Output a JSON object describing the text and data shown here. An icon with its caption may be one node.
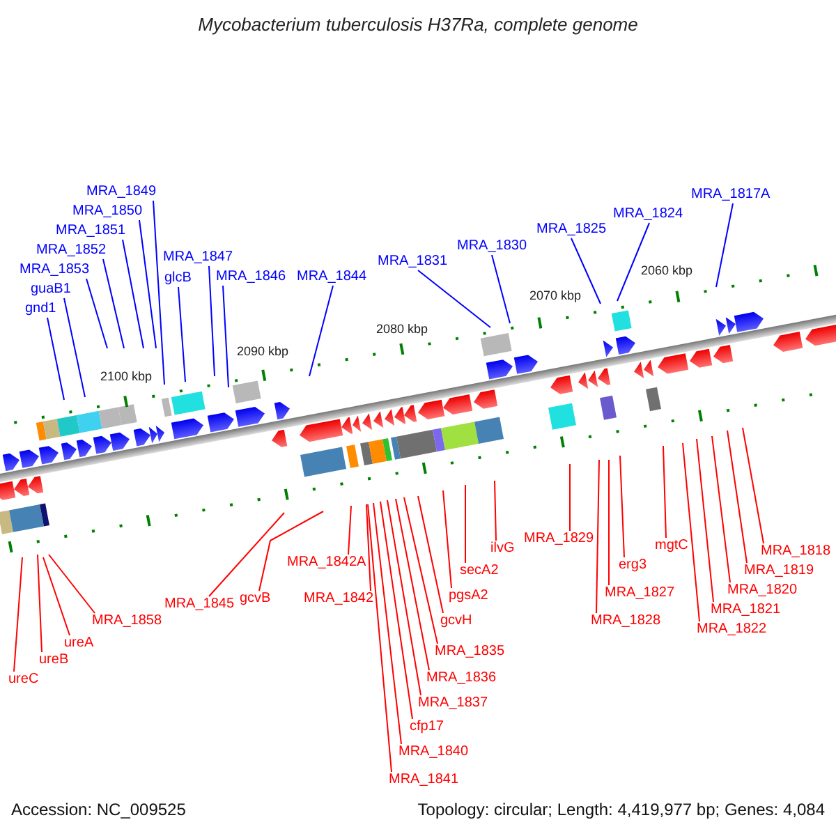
{
  "diagram": {
    "title": "Mycobacterium tuberculosis H37Ra, complete genome",
    "nodes": [
      {
        "text": [
          "MRA_1851"
        ]
      },
      {
        "text": [
          "MRA_1850"
        ]
      },
      {
        "text": [
          "guaB1"
        ]
      },
      {
        "text": [
          "MRA_1849"
        ]
      },
      {
        "text": [
          "MRA_1853"
        ]
      },
      {
        "text": [
          "MRA_1847"
        ]
      },
      {
        "text": [
          "glcB"
        ]
      },
      {
        "text": [
          "MRA_1852"
        ]
      },
      {
        "text": [
          "gnd1"
        ]
      },
      {
        "text": [
          "MRA_1846"
        ]
      },
      {
        "text": [
          "MRA_1844"
        ]
      },
      {
        "text": [
          "MRA_1831"
        ]
      },
      {
        "text": [
          "MRA_1830"
        ]
      },
      {
        "text": [
          "MRA_1825"
        ]
      },
      {
        "text": [
          "MRA_1824"
        ]
      },
      {
        "text": [
          "MRA_1817A"
        ]
      },
      {
        "text": [
          "ureC"
        ]
      },
      {
        "text": [
          "ureB"
        ]
      },
      {
        "text": [
          "ureA"
        ]
      },
      {
        "text": [
          "MRA_1858"
        ]
      },
      {
        "text": [
          "MRA_1845"
        ]
      },
      {
        "text": [
          "gcvB"
        ]
      },
      {
        "text": [
          "MRA_1842A"
        ]
      },
      {
        "text": [
          "MRA_1842"
        ]
      },
      {
        "text": [
          "gcvH"
        ]
      },
      {
        "text": [
          "pgsA2"
        ]
      },
      {
        "text": [
          "secA2"
        ]
      },
      {
        "text": [
          "MRA_1835"
        ]
      },
      {
        "text": [
          "MRA_1836"
        ]
      },
      {
        "text": [
          "MRA_1837"
        ]
      },
      {
        "text": [
          "cfp17"
        ]
      },
      {
        "text": [
          "MRA_1840"
        ]
      },
      {
        "text": [
          "MRA_1841"
        ]
      },
      {
        "text": [
          "ilvG"
        ]
      },
      {
        "text": [
          "MRA_1829"
        ]
      },
      {
        "text": [
          "erg3"
        ]
      },
      {
        "text": [
          "mgtC"
        ]
      },
      {
        "text": [
          "MRA_1827"
        ]
      },
      {
        "text": [
          "MRA_1828"
        ]
      },
      {
        "text": [
          "MRA_1818"
        ]
      },
      {
        "text": [
          "MRA_1819"
        ]
      },
      {
        "text": [
          "MRA_1820"
        ]
      },
      {
        "text": [
          "MRA_1821"
        ]
      },
      {
        "text": [
          "MRA_1822"
        ]
      }
    ],
    "edges": [
      {
        "from": 0,
        "to": null,
        "arrow": "none",
        "color": "#0000ff"
      },
      {
        "from": 1,
        "to": null,
        "arrow": "none",
        "color": "#0000ff"
      },
      {
        "from": 2,
        "to": null,
        "arrow": "none",
        "color": "#0000ff"
      },
      {
        "from": 3,
        "to": null,
        "arrow": "none",
        "color": "#0000ff"
      },
      {
        "from": 4,
        "to": null,
        "arrow": "none",
        "color": "#0000ff"
      },
      {
        "from": 5,
        "to": null,
        "arrow": "none",
        "color": "#0000ff"
      },
      {
        "from": 6,
        "to": null,
        "arrow": "none",
        "color": "#0000ff"
      },
      {
        "from": 7,
        "to": null,
        "arrow": "none",
        "color": "#0000ff"
      },
      {
        "from": 8,
        "to": null,
        "arrow": "none",
        "color": "#0000ff"
      },
      {
        "from": 9,
        "to": null,
        "arrow": "none",
        "color": "#0000ff"
      },
      {
        "from": 10,
        "to": null,
        "arrow": "none",
        "color": "#0000ff"
      },
      {
        "from": 11,
        "to": null,
        "arrow": "none",
        "color": "#0000ff"
      },
      {
        "from": 12,
        "to": null,
        "arrow": "none",
        "color": "#0000ff"
      },
      {
        "from": 13,
        "to": null,
        "arrow": "none",
        "color": "#0000ff"
      },
      {
        "from": 14,
        "to": null,
        "arrow": "none",
        "color": "#0000ff"
      },
      {
        "from": 15,
        "to": null,
        "arrow": "none",
        "color": "#0000ff"
      },
      {
        "from": 16,
        "to": null,
        "arrow": "none"
      },
      {
        "from": 17,
        "to": null,
        "arrow": "none"
      },
      {
        "from": 18,
        "to": null,
        "arrow": "none"
      },
      {
        "from": 19,
        "to": null,
        "arrow": "none"
      },
      {
        "from": 20,
        "to": null,
        "arrow": "none"
      },
      {
        "from": 21,
        "to": null,
        "arrow": "none"
      },
      {
        "from": 22,
        "to": null,
        "arrow": "none"
      },
      {
        "from": 23,
        "to": null,
        "arrow": "none"
      },
      {
        "from": 24,
        "to": null,
        "arrow": "none"
      },
      {
        "from": 25,
        "to": null,
        "arrow": "none"
      },
      {
        "from": 26,
        "to": null,
        "arrow": "none"
      },
      {
        "from": 27,
        "to": null,
        "arrow": "none"
      },
      {
        "from": 28,
        "to": null,
        "arrow": "none"
      },
      {
        "from": 29,
        "to": null,
        "arrow": "none"
      },
      {
        "from": 30,
        "to": null,
        "arrow": "none"
      },
      {
        "from": 31,
        "to": null,
        "arrow": "none"
      },
      {
        "from": 32,
        "to": null,
        "arrow": "none"
      },
      {
        "from": 33,
        "to": null,
        "arrow": "none"
      },
      {
        "from": 34,
        "to": null,
        "arrow": "none"
      },
      {
        "from": 35,
        "to": null,
        "arrow": "none"
      },
      {
        "from": 36,
        "to": null,
        "arrow": "none"
      },
      {
        "from": 37,
        "to": null,
        "arrow": "none"
      },
      {
        "from": 38,
        "to": null,
        "arrow": "none"
      },
      {
        "from": 39,
        "to": null,
        "arrow": "none"
      },
      {
        "from": 40,
        "to": null,
        "arrow": "none"
      },
      {
        "from": 41,
        "to": null,
        "arrow": "none"
      },
      {
        "from": 42,
        "to": null,
        "arrow": "none"
      },
      {
        "from": 43,
        "to": null,
        "arrow": "none"
      }
    ],
    "labels": [
      "2060 kbp",
      "2070 kbp",
      "2080 kbp",
      "2090 kbp",
      "2100 kbp",
      "Accession: NC_009525",
      "Topology: circular; Length: 4,419,977 bp; Genes: 4,084"
    ]
  }
}
